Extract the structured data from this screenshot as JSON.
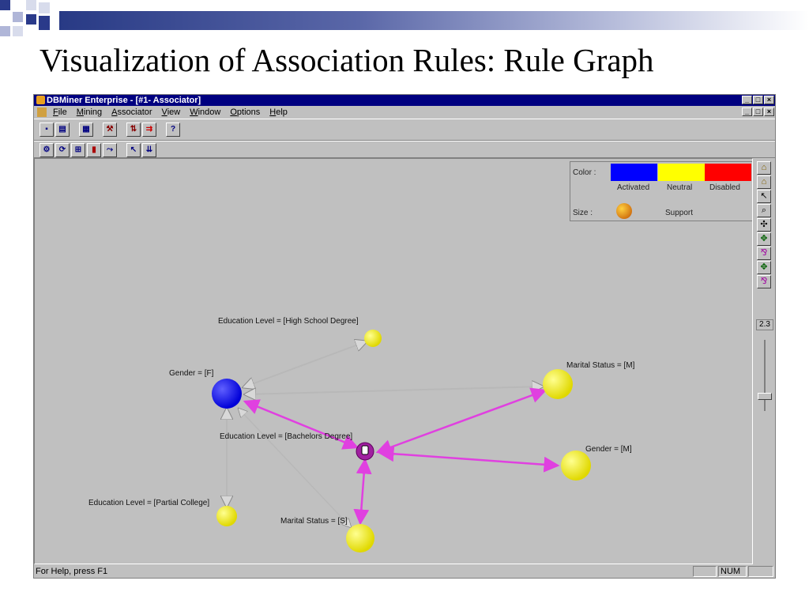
{
  "slide": {
    "title": "Visualization of Association Rules: Rule Graph"
  },
  "window": {
    "title": "DBMiner Enterprise - [#1- Associator]",
    "controls": [
      "_",
      "□",
      "×"
    ]
  },
  "menu": {
    "items": [
      "File",
      "Mining",
      "Associator",
      "View",
      "Window",
      "Options",
      "Help"
    ]
  },
  "toolbar1": {
    "icons": [
      "save-icon",
      "print-icon",
      "properties-icon",
      "wizard-icon",
      "sort-icon",
      "export-icon",
      "help-icon"
    ],
    "help_label": "?"
  },
  "toolbar2": {
    "icons": [
      "settings-icon",
      "refresh-icon",
      "grid-icon",
      "bar-chart-icon",
      "graph-icon",
      "rule-query-icon",
      "list-icon"
    ]
  },
  "legend": {
    "color_label": "Color :",
    "size_label": "Size :",
    "activated": "Activated",
    "neutral": "Neutral",
    "disabled": "Disabled",
    "support": "Support",
    "colors": {
      "activated": "#0000ff",
      "neutral": "#ffff00",
      "disabled": "#ff0000"
    }
  },
  "graph": {
    "nodes": {
      "high_school": "Education Level = [High School Degree]",
      "gender_f": "Gender = [F]",
      "marital_m": "Marital Status = [M]",
      "bachelors": "Education Level = [Bachelors Degree]",
      "gender_m": "Gender = [M]",
      "partial_college": "Education Level = [Partial College]",
      "marital_s": "Marital Status = [S]"
    },
    "node_state": {
      "gender_f": "Activated",
      "high_school": "Neutral",
      "marital_m": "Neutral",
      "gender_m": "Neutral",
      "partial_college": "Neutral",
      "marital_s": "Neutral",
      "bachelors": "Selected"
    },
    "edge_colors": {
      "highlighted": "#e040e0",
      "normal": "#b8b8b8"
    }
  },
  "right_toolbar": {
    "icons": [
      "home-icon",
      "home-alt-icon",
      "pointer-icon",
      "zoom-icon",
      "move-icon",
      "pan-icon",
      "rule-icon",
      "pan-alt-icon",
      "rule-alt-icon"
    ],
    "zoom_value": "2.3"
  },
  "status": {
    "help_text": "For Help, press F1",
    "num": "NUM"
  }
}
